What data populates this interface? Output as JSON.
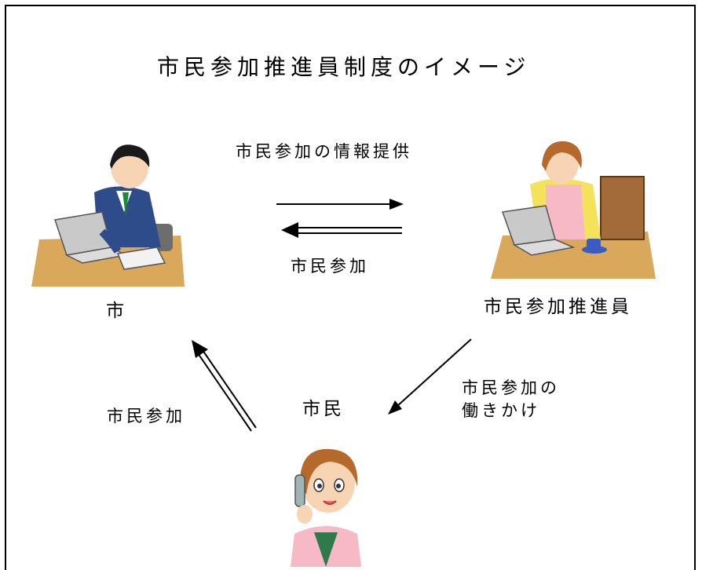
{
  "title": "市民参加推進員制度のイメージ",
  "nodes": {
    "city": "市",
    "promoter": "市民参加推進員",
    "citizen": "市民"
  },
  "arrow_labels": {
    "info_provision": "市民参加の情報提供",
    "participation_top": "市民参加",
    "participation_left": "市民参加",
    "outreach_line1": "市民参加の",
    "outreach_line2": "働きかけ"
  }
}
